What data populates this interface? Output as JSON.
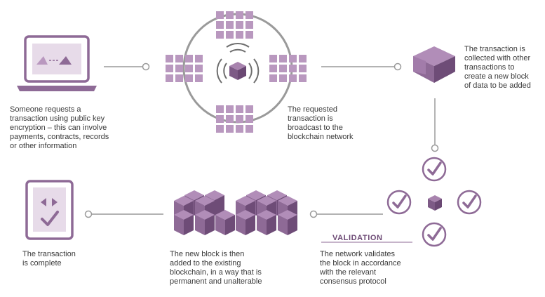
{
  "steps": {
    "request": "Someone requests a\ntransaction using public key\nencryption – this can involve\npayments, contracts, records\nor other information",
    "broadcast": "The requested\ntransaction is\nbroadcast to the\nblockchain network",
    "block": "The transaction is\ncollected with other\ntransactions to\ncreate a new block\nof data to be added",
    "validation_heading": "VALIDATION",
    "validation": "The network validates\nthe block in accordance\nwith the relevant\nconsensus protocol",
    "chain": "The new block is then\nadded to the existing\nblockchain, in a way that is\npermanent and unalterable",
    "complete": "The transaction\nis complete"
  },
  "colors": {
    "accent": "#8e6a96",
    "accent_light": "#cbb3cf",
    "accent_pale": "#e7dbe9",
    "connector": "#9a9a9a",
    "text": "#3a3a3a"
  },
  "icons": {
    "laptop": "laptop-icon",
    "network": "network-broadcast-icon",
    "block": "block-icon",
    "validation": "validation-checks-icon",
    "chain": "blockchain-icon",
    "tablet": "tablet-complete-icon"
  }
}
